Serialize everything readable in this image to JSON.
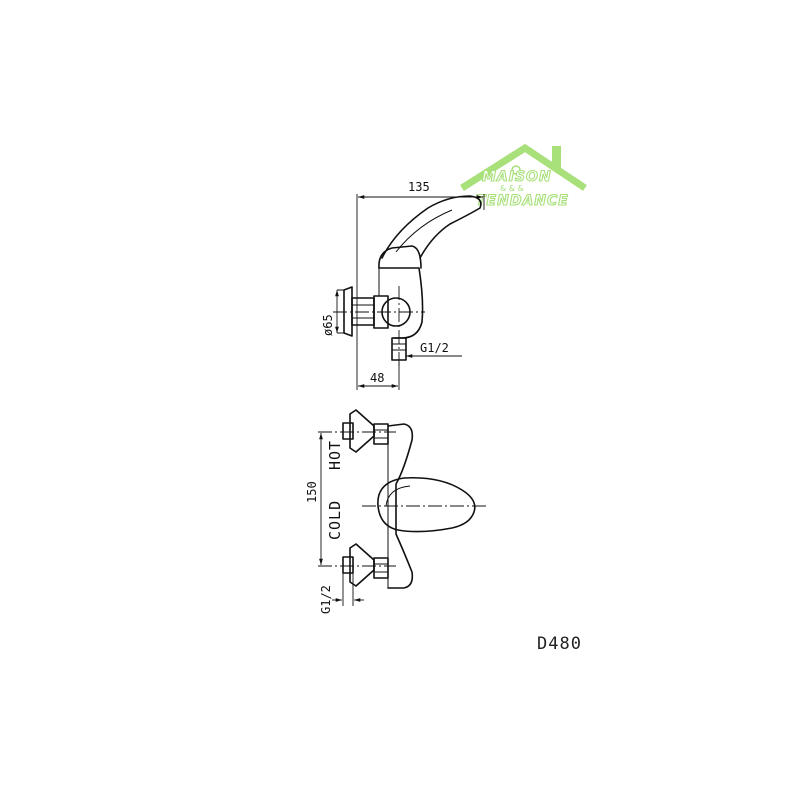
{
  "logo": {
    "line1": "MAISON",
    "line2": "TENDANCE",
    "separator": "& & &",
    "color": "#a8e07a",
    "outline_color": "#ffffff"
  },
  "side_view": {
    "dim_total_length": "135",
    "dim_depth": "48",
    "dim_diameter": "ø65",
    "dim_thread": "G1/2"
  },
  "front_view": {
    "dim_center_distance": "150",
    "label_hot": "HOT",
    "label_cold": "COLD",
    "dim_thread": "G1/2"
  },
  "model_code": "D480"
}
